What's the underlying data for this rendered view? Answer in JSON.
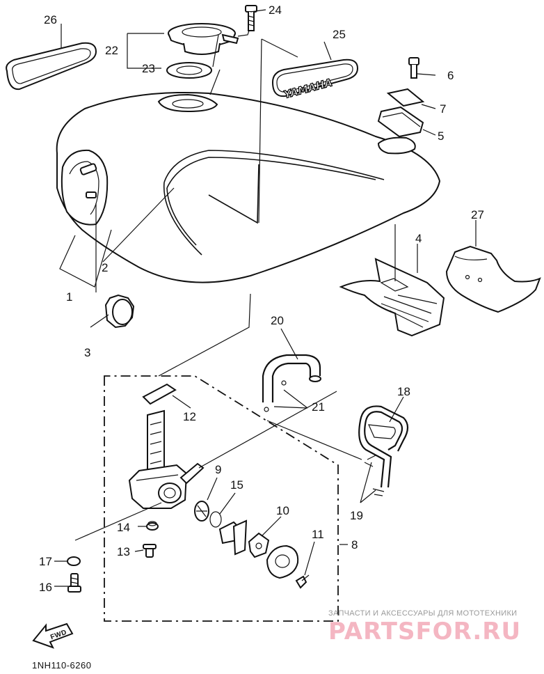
{
  "callouts": {
    "n1": "1",
    "n2": "2",
    "n3": "3",
    "n4": "4",
    "n5": "5",
    "n6": "6",
    "n7": "7",
    "n8": "8",
    "n9": "9",
    "n10": "10",
    "n11": "11",
    "n12": "12",
    "n13": "13",
    "n14": "14",
    "n15": "15",
    "n16": "16",
    "n17": "17",
    "n18": "18",
    "n19": "19",
    "n20": "20",
    "n21": "21",
    "n22": "22",
    "n23": "23",
    "n24": "24",
    "n25": "25",
    "n26": "26",
    "n27": "27"
  },
  "emblem_text": "YAMAHA",
  "arrow_label": "FWD",
  "diagram_code": "1NH110-6260",
  "watermark": {
    "tagline": "ЗАПЧАСТИ И АКСЕССУАРЫ ДЛЯ МОТОТЕХНИКИ",
    "brand": "PARTSFOR.RU"
  }
}
